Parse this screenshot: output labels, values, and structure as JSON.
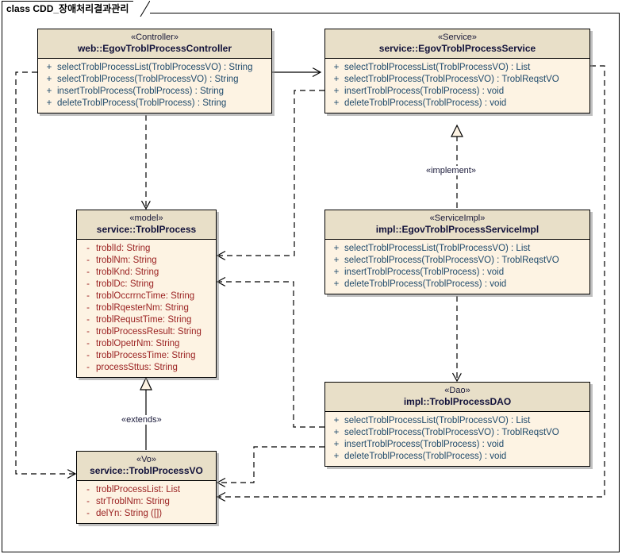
{
  "frame": {
    "title": "class CDD_장애처리결과관리"
  },
  "colors": {
    "class_fill": "#fdf3e3",
    "class_header_fill": "#e8dfc8",
    "border": "#000000",
    "operation_text": "#1f4a6b",
    "attribute_text": "#9b2222",
    "class_name_text": "#11113a",
    "canvas": "#ffffff"
  },
  "classes": [
    {
      "id": "controller",
      "stereotype": "«Controller»",
      "name": "web::EgovTroblProcessController",
      "members": [
        {
          "visibility": "+",
          "text": "selectTroblProcessList(TroblProcessVO) : String",
          "kind": "operation"
        },
        {
          "visibility": "+",
          "text": "selectTroblProcess(TroblProcessVO) : String",
          "kind": "operation"
        },
        {
          "visibility": "+",
          "text": "insertTroblProcess(TroblProcess) : String",
          "kind": "operation"
        },
        {
          "visibility": "+",
          "text": "deleteTroblProcess(TroblProcess) : String",
          "kind": "operation"
        }
      ]
    },
    {
      "id": "service",
      "stereotype": "«Service»",
      "name": "service::EgovTroblProcessService",
      "members": [
        {
          "visibility": "+",
          "text": "selectTroblProcessList(TroblProcessVO) : List",
          "kind": "operation"
        },
        {
          "visibility": "+",
          "text": "selectTroblProcess(TroblProcessVO) : TroblReqstVO",
          "kind": "operation"
        },
        {
          "visibility": "+",
          "text": "insertTroblProcess(TroblProcess) : void",
          "kind": "operation"
        },
        {
          "visibility": "+",
          "text": "deleteTroblProcess(TroblProcess) : void",
          "kind": "operation"
        }
      ]
    },
    {
      "id": "model",
      "stereotype": "«model»",
      "name": "service::TroblProcess",
      "members": [
        {
          "visibility": "-",
          "text": "troblId:  String",
          "kind": "attribute"
        },
        {
          "visibility": "-",
          "text": "troblNm:  String",
          "kind": "attribute"
        },
        {
          "visibility": "-",
          "text": "troblKnd:  String",
          "kind": "attribute"
        },
        {
          "visibility": "-",
          "text": "troblDc:  String",
          "kind": "attribute"
        },
        {
          "visibility": "-",
          "text": "troblOccrrncTime:  String",
          "kind": "attribute"
        },
        {
          "visibility": "-",
          "text": "troblRqesterNm:  String",
          "kind": "attribute"
        },
        {
          "visibility": "-",
          "text": "troblRequstTime:  String",
          "kind": "attribute"
        },
        {
          "visibility": "-",
          "text": "troblProcessResult:  String",
          "kind": "attribute"
        },
        {
          "visibility": "-",
          "text": "troblOpetrNm:  String",
          "kind": "attribute"
        },
        {
          "visibility": "-",
          "text": "troblProcessTime:  String",
          "kind": "attribute"
        },
        {
          "visibility": "-",
          "text": "processSttus:  String",
          "kind": "attribute"
        }
      ]
    },
    {
      "id": "serviceimpl",
      "stereotype": "«ServiceImpl»",
      "name": "impl::EgovTroblProcessServiceImpl",
      "members": [
        {
          "visibility": "+",
          "text": "selectTroblProcessList(TroblProcessVO) : List",
          "kind": "operation"
        },
        {
          "visibility": "+",
          "text": "selectTroblProcess(TroblProcessVO) : TroblReqstVO",
          "kind": "operation"
        },
        {
          "visibility": "+",
          "text": "insertTroblProcess(TroblProcess) : void",
          "kind": "operation"
        },
        {
          "visibility": "+",
          "text": "deleteTroblProcess(TroblProcess) : void",
          "kind": "operation"
        }
      ]
    },
    {
      "id": "dao",
      "stereotype": "«Dao»",
      "name": "impl::TroblProcessDAO",
      "members": [
        {
          "visibility": "+",
          "text": "selectTroblProcessList(TroblProcessVO) : List",
          "kind": "operation"
        },
        {
          "visibility": "+",
          "text": "selectTroblProcess(TroblProcessVO) : TroblReqstVO",
          "kind": "operation"
        },
        {
          "visibility": "+",
          "text": "insertTroblProcess(TroblProcess) : void",
          "kind": "operation"
        },
        {
          "visibility": "+",
          "text": "deleteTroblProcess(TroblProcess) : void",
          "kind": "operation"
        }
      ]
    },
    {
      "id": "vo",
      "stereotype": "«Vo»",
      "name": "service::TroblProcessVO",
      "members": [
        {
          "visibility": "-",
          "text": "troblProcessList:  List",
          "kind": "attribute"
        },
        {
          "visibility": "-",
          "text": "strTroblNm:  String",
          "kind": "attribute"
        },
        {
          "visibility": "-",
          "text": "delYn:  String ([])",
          "kind": "attribute"
        }
      ]
    }
  ],
  "relationships": [
    {
      "id": "implement",
      "label": "«implement»",
      "from": "serviceimpl",
      "to": "service",
      "type": "realization"
    },
    {
      "id": "extends",
      "label": "«extends»",
      "from": "vo",
      "to": "model",
      "type": "generalization"
    }
  ]
}
